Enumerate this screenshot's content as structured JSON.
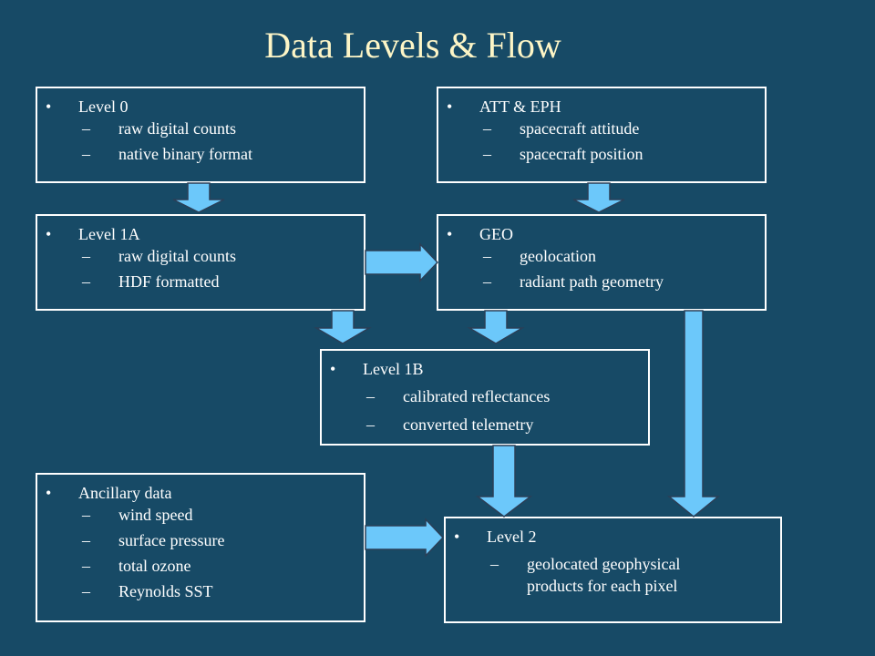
{
  "title": "Data Levels & Flow",
  "boxes": {
    "level0": {
      "heading": "Level 0",
      "items": [
        "raw digital counts",
        "native binary format"
      ]
    },
    "atteph": {
      "heading": "ATT & EPH",
      "items": [
        "spacecraft attitude",
        "spacecraft position"
      ]
    },
    "level1a": {
      "heading": "Level 1A",
      "items": [
        "raw digital counts",
        "HDF formatted"
      ]
    },
    "geo": {
      "heading": "GEO",
      "items": [
        "geolocation",
        "radiant path geometry"
      ]
    },
    "level1b": {
      "heading": "Level 1B",
      "items": [
        "calibrated reflectances",
        "converted telemetry"
      ]
    },
    "ancillary": {
      "heading": "Ancillary data",
      "items": [
        "wind speed",
        "surface pressure",
        "total ozone",
        "Reynolds SST"
      ]
    },
    "level2": {
      "heading": "Level 2",
      "items": [
        "geolocated geophysical",
        "products for each pixel"
      ]
    }
  },
  "symbols": {
    "bullet": "•",
    "dash": "–"
  },
  "colors": {
    "background": "#174a66",
    "title": "#fdf5c6",
    "arrow_fill": "#6cc8fa",
    "arrow_stroke": "#2a3f57",
    "box_border": "#ffffff"
  }
}
